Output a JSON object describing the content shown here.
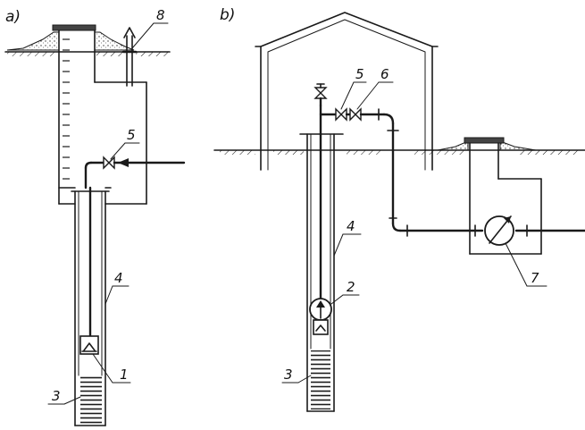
{
  "diagram": {
    "panel_a": {
      "label": "a)",
      "callouts": {
        "c8": "8",
        "c5": "5",
        "c4": "4",
        "c3": "3",
        "c1": "1"
      }
    },
    "panel_b": {
      "label": "b)",
      "callouts": {
        "c5": "5",
        "c6": "6",
        "c4": "4",
        "c2": "2",
        "c3": "3",
        "c7": "7"
      }
    }
  }
}
